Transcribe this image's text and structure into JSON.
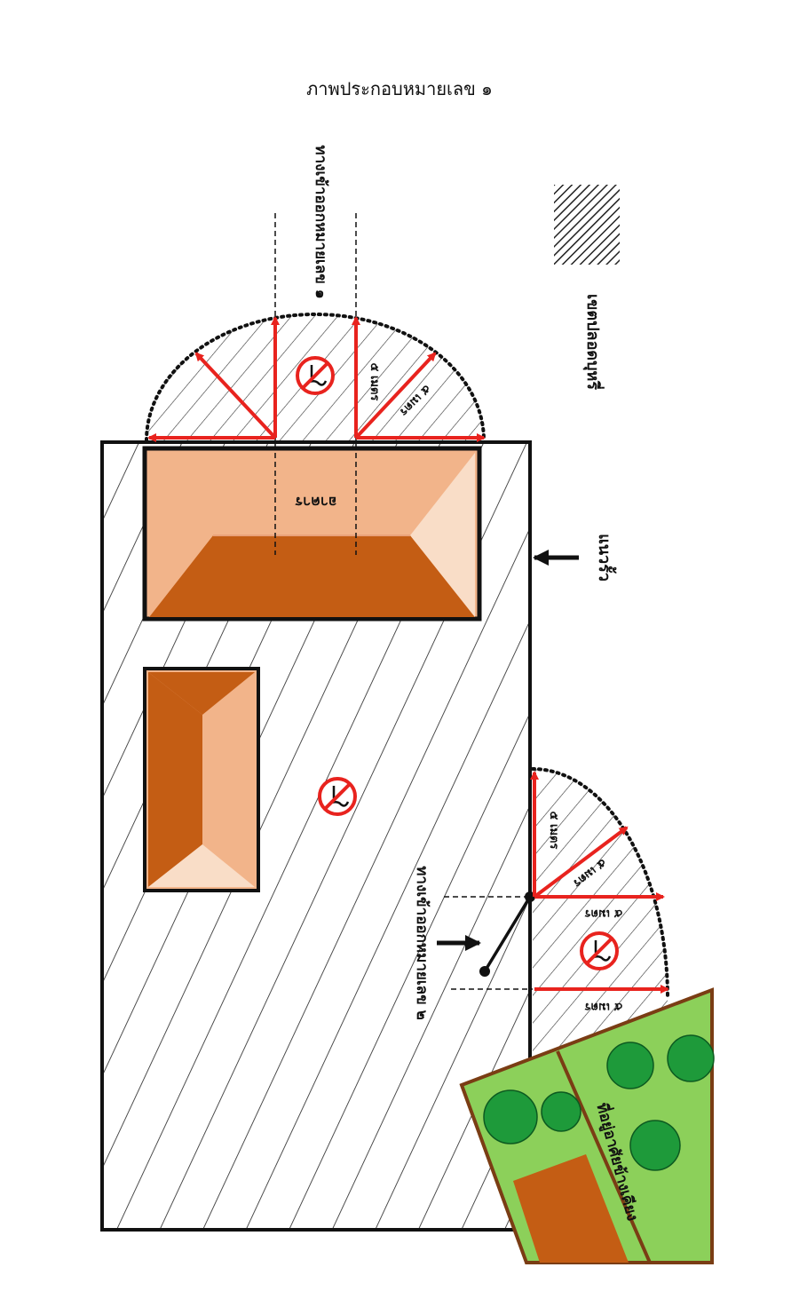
{
  "title": "ภาพประกอบหมายเลข ๑",
  "labels": {
    "exit_1": "ทางเข้าออกหมายเลข ๑",
    "exit_2": "ทางเข้าออกหมายเลข ๒",
    "building": "อาคาร",
    "fence": "แนวรั้ว",
    "neighbor": "ที่อยู่อาศัยข้างเคียง",
    "legend_text": "เขตปลอดบุหรี่",
    "distance_5m": "๕ เมตร"
  },
  "icons": {
    "no_smoking": "no-smoking-icon"
  },
  "colors": {
    "arrow_red": "#e8231e",
    "roof_dark": "#c45d14",
    "roof_light": "#f2b48a",
    "roof_pale": "#f9ddc7",
    "grass": "#8cd05a",
    "tree": "#1e9a3a",
    "fence_brown": "#7a3d14"
  }
}
